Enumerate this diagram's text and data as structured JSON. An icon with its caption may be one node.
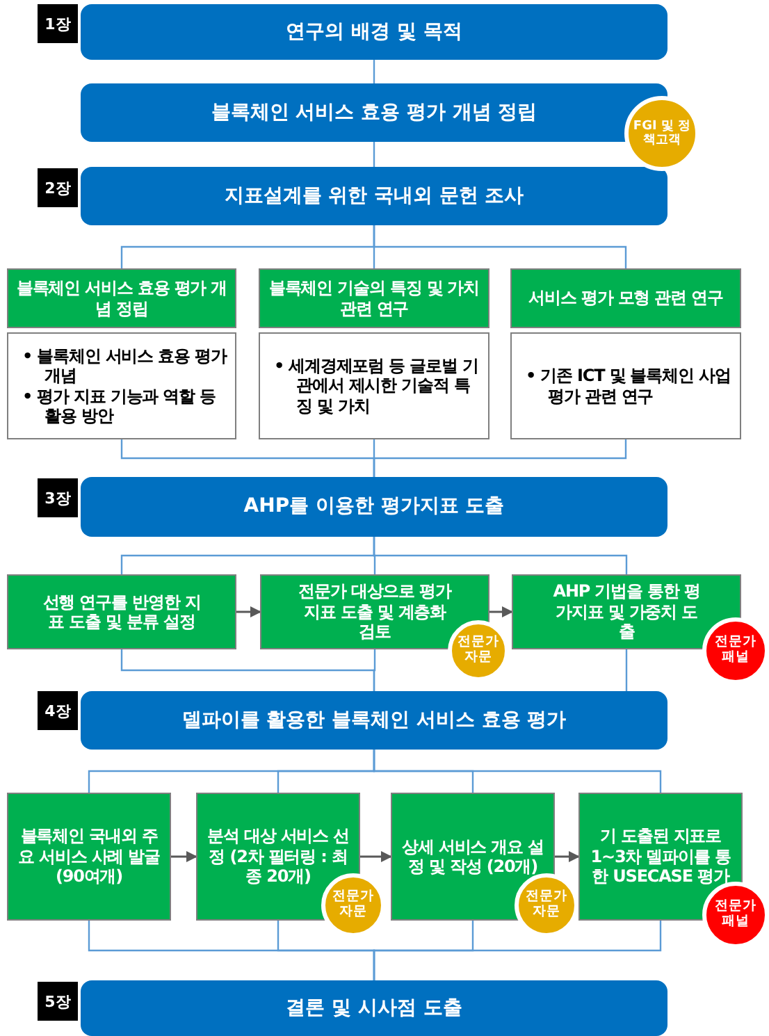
{
  "diagram": {
    "nodes": [
      {
        "text": [
          "연구의 배경 및 목적"
        ],
        "beside": [
          "1장"
        ]
      },
      {
        "text": [
          "블록체인 서비스 효용 평가 개념 정립"
        ]
      },
      {
        "text": [
          "FGI 및 정책고객"
        ]
      },
      {
        "text": [
          "지표설계를 위한 국내외 문헌 조사"
        ],
        "beside": [
          "2장"
        ]
      },
      {
        "text": [
          "블록체인 서비스 효용 평가 개념 정립"
        ]
      },
      {
        "text": [
          "• 블록체인 서비스 효용 평가 개념",
          "• 평가 지표 기능과 역할 등 활용 방안"
        ]
      },
      {
        "text": [
          "블록체인 기술의 특징 및 가치 관련 연구"
        ]
      },
      {
        "text": [
          "• 세계경제포럼 등 글로벌 기관에서 제시한 기술적 특징 및 가치"
        ]
      },
      {
        "text": [
          "서비스 평가 모형 관련 연구"
        ]
      },
      {
        "text": [
          "• 기존 ICT 및 블록체인 사업평가 관련 연구"
        ]
      },
      {
        "text": [
          "AHP를 이용한 평가지표 도출"
        ],
        "beside": [
          "3장"
        ]
      },
      {
        "text": [
          "선행 연구를 반영한 지표 도출 및 분류 설정"
        ]
      },
      {
        "text": [
          "전문가 대상으로 평가 지표 도출 및 계층화 검토"
        ]
      },
      {
        "text": [
          "전문가 자문"
        ]
      },
      {
        "text": [
          "AHP 기법을 통한 평가지표 및 가중치 도출"
        ]
      },
      {
        "text": [
          "전문가 패널"
        ]
      },
      {
        "text": [
          "델파이를 활용한 블록체인 서비스 효용 평가"
        ],
        "beside": [
          "4장"
        ]
      },
      {
        "text": [
          "블록체인 국내외 주요 서비스 사례 발굴(90여개)"
        ]
      },
      {
        "text": [
          "분석 대상 서비스 선정 (2차 필터링 : 최종 20개)"
        ]
      },
      {
        "text": [
          "전문가 자문"
        ]
      },
      {
        "text": [
          "상세 서비스 개요 설정 및 작성 (20개)"
        ]
      },
      {
        "text": [
          "전문가 자문"
        ]
      },
      {
        "text": [
          "기 도출된 지표로 1~3차 델파이를 통한 USECASE 평가"
        ]
      },
      {
        "text": [
          "전문가 패널"
        ]
      },
      {
        "text": [
          "결론 및 시사점 도출"
        ],
        "beside": [
          "5장"
        ]
      }
    ],
    "edges": [
      {
        "from": 0,
        "to": 1,
        "arrow": "none"
      },
      {
        "from": 1,
        "to": 3,
        "arrow": "none"
      },
      {
        "from": 3,
        "to": 4,
        "arrow": "none"
      },
      {
        "from": 3,
        "to": 6,
        "arrow": "none"
      },
      {
        "from": 3,
        "to": 8,
        "arrow": "none"
      },
      {
        "from": 5,
        "to": 10,
        "arrow": "none"
      },
      {
        "from": 7,
        "to": 10,
        "arrow": "none"
      },
      {
        "from": 9,
        "to": 10,
        "arrow": "none"
      },
      {
        "from": 10,
        "to": 11,
        "arrow": "none"
      },
      {
        "from": 10,
        "to": 12,
        "arrow": "none"
      },
      {
        "from": 10,
        "to": 14,
        "arrow": "none"
      },
      {
        "from": 11,
        "to": 12,
        "arrow": "to",
        "color": "#595959"
      },
      {
        "from": 12,
        "to": 14,
        "arrow": "to",
        "color": "#595959"
      },
      {
        "from": 11,
        "to": 16,
        "arrow": "none"
      },
      {
        "from": 12,
        "to": 16,
        "arrow": "none"
      },
      {
        "from": 14,
        "to": 16,
        "arrow": "none"
      },
      {
        "from": 16,
        "to": 17,
        "arrow": "none"
      },
      {
        "from": 16,
        "to": 18,
        "arrow": "none"
      },
      {
        "from": 16,
        "to": 20,
        "arrow": "none"
      },
      {
        "from": 16,
        "to": 22,
        "arrow": "none"
      },
      {
        "from": 17,
        "to": 18,
        "arrow": "to",
        "color": "#595959"
      },
      {
        "from": 18,
        "to": 20,
        "arrow": "to",
        "color": "#595959"
      },
      {
        "from": 20,
        "to": 22,
        "arrow": "to",
        "color": "#595959"
      },
      {
        "from": 17,
        "to": 24,
        "arrow": "none"
      },
      {
        "from": 18,
        "to": 24,
        "arrow": "none"
      },
      {
        "from": 20,
        "to": 24,
        "arrow": "none"
      },
      {
        "from": 22,
        "to": 24,
        "arrow": "none"
      }
    ]
  }
}
